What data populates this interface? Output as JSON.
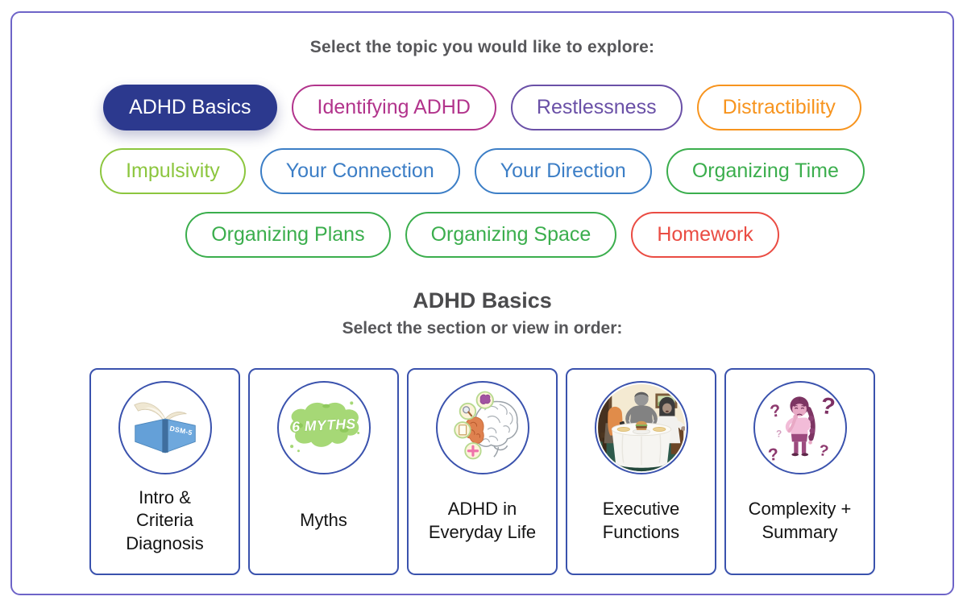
{
  "page": {
    "topic_prompt": "Select the topic you would like to explore:",
    "section_heading": "ADHD Basics",
    "section_prompt": "Select the section or view in order:"
  },
  "colors": {
    "outer_border": "#6e64c8",
    "card_border": "#3a52ad",
    "prompt_text": "#57575a",
    "heading_text": "#4b4b4d",
    "card_label_text": "#141414",
    "selected_pill_bg": "#2c398e",
    "selected_pill_text": "#ffffff"
  },
  "topics": {
    "rows": [
      [
        {
          "label": "ADHD Basics",
          "color": "#2c398e",
          "selected": true
        },
        {
          "label": "Identifying ADHD",
          "color": "#b2348c"
        },
        {
          "label": "Restlessness",
          "color": "#6a50a7"
        },
        {
          "label": "Distractibility",
          "color": "#f7941e"
        }
      ],
      [
        {
          "label": "Impulsivity",
          "color": "#8cc63e"
        },
        {
          "label": "Your Connection",
          "color": "#3c7ec6"
        },
        {
          "label": "Your Direction",
          "color": "#3c7ec6"
        },
        {
          "label": "Organizing Time",
          "color": "#3bae4d"
        }
      ],
      [
        {
          "label": "Organizing Plans",
          "color": "#3bae4d"
        },
        {
          "label": "Organizing Space",
          "color": "#3bae4d"
        },
        {
          "label": "Homework",
          "color": "#ea4c43"
        }
      ]
    ]
  },
  "sections": {
    "cards": [
      {
        "label": "Intro &\nCriteria\nDiagnosis",
        "icon": "dsm5-book-icon",
        "icon_text": "DSM-5"
      },
      {
        "label": "Myths",
        "icon": "myths-graffiti-icon",
        "icon_text": "6 MYTHS"
      },
      {
        "label": "ADHD in\nEveryday Life",
        "icon": "brain-regions-icon"
      },
      {
        "label": "Executive\nFunctions",
        "icon": "family-dinner-icon"
      },
      {
        "label": "Complexity +\nSummary",
        "icon": "thinking-girl-icon"
      }
    ]
  }
}
